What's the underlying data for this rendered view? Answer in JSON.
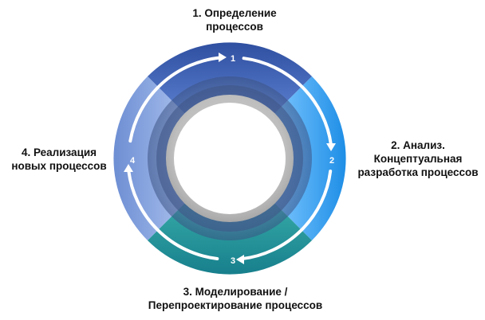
{
  "stages": [
    {
      "number": "1",
      "label": "1. Определение\nпроцессов",
      "color": "#3d5fb3"
    },
    {
      "number": "2",
      "label": "2.  Анализ.\nКонцептуальная\nразработка процессов",
      "color": "#2e9bf0"
    },
    {
      "number": "3",
      "label": "3. Моделирование /\nПерепроектирование процессов",
      "color": "#1f8c95"
    },
    {
      "number": "4",
      "label": "4. Реализация\nновых процессов",
      "color": "#6c8fd6"
    }
  ],
  "colors": {
    "center": "#c4c4c4",
    "arrow": "#ffffff"
  },
  "icons": {
    "cycle_arrow": "arrow-head-icon"
  }
}
